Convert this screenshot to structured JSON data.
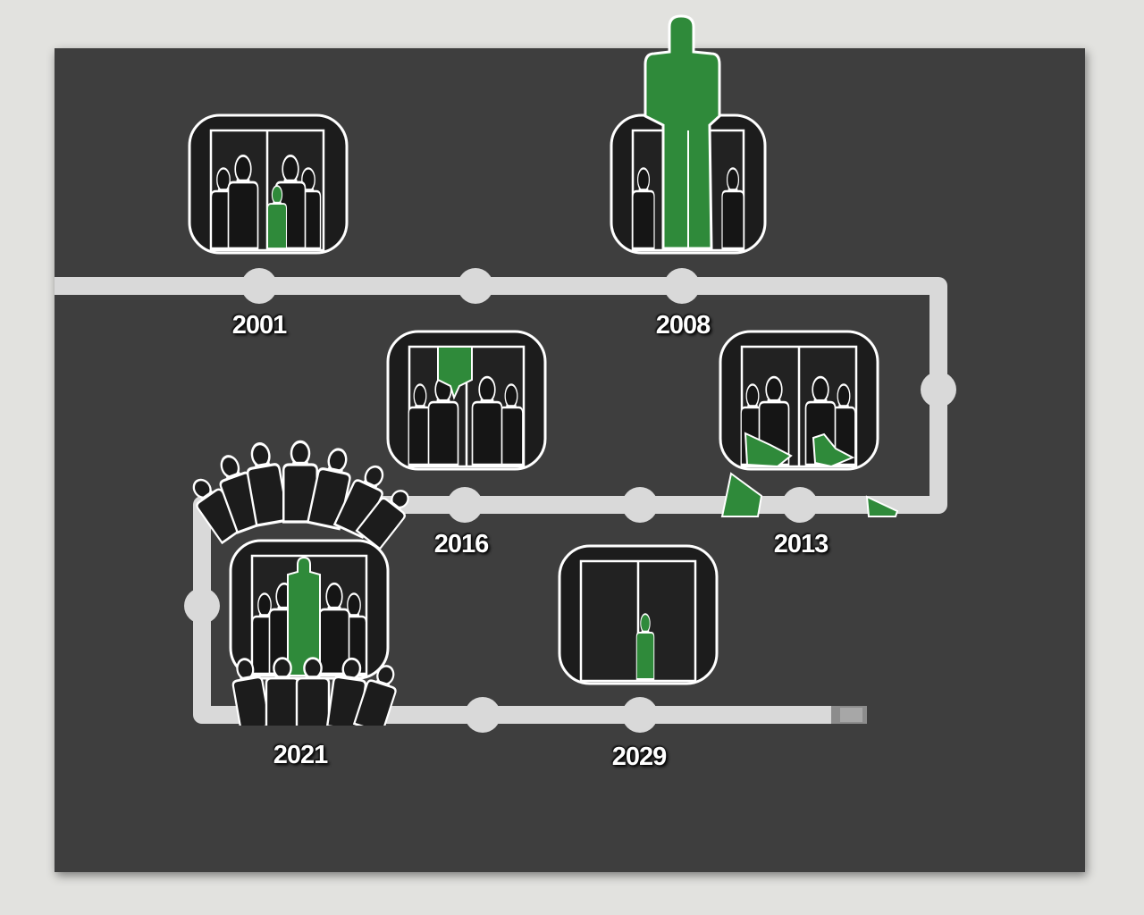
{
  "colors": {
    "background": "#e2e2df",
    "board": "#3e3e3e",
    "track": "#d9d9d9",
    "silhouette": "#1f1f1f",
    "accent_green": "#2f8a3a",
    "outline": "#ffffff"
  },
  "timeline": {
    "years": [
      {
        "label": "2001",
        "icon": "elevator-crowded-small-green-person-icon"
      },
      {
        "label": "2008",
        "icon": "elevator-giant-green-person-icon"
      },
      {
        "label": "2013",
        "icon": "elevator-crowd-broken-green-shards-icon"
      },
      {
        "label": "2016",
        "icon": "elevator-green-person-hanging-icon"
      },
      {
        "label": "2021",
        "icon": "elevator-overflowing-crowd-icon"
      },
      {
        "label": "2029",
        "icon": "empty-elevator-lone-green-person-icon"
      }
    ]
  }
}
